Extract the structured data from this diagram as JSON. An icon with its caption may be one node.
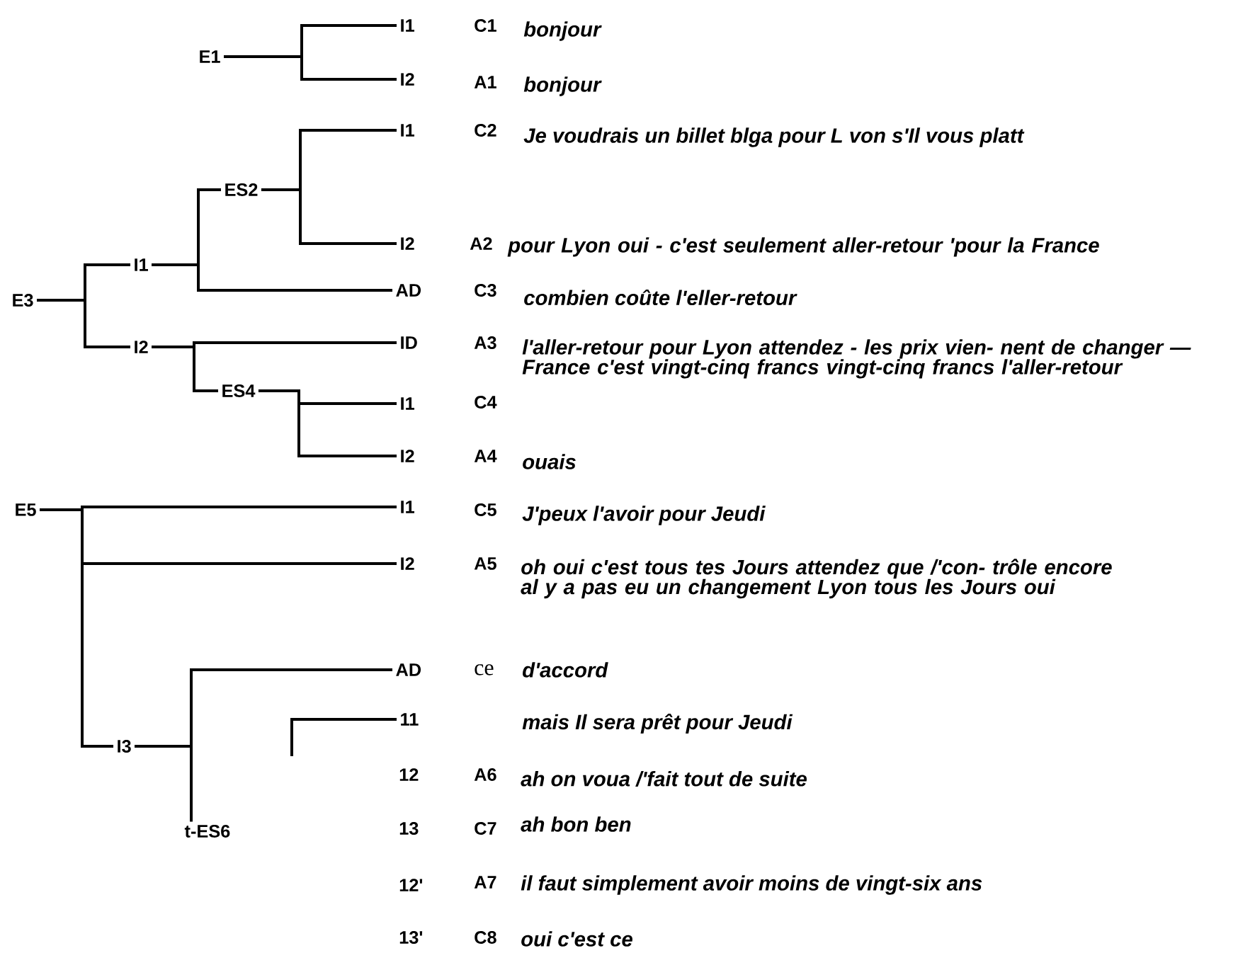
{
  "diagram": {
    "nodes": [
      {
        "text": [
          "E1"
        ]
      },
      {
        "text": [
          "I1"
        ]
      },
      {
        "text": [
          "I2"
        ]
      },
      {
        "text": [
          "E3"
        ]
      },
      {
        "text": [
          "I1"
        ]
      },
      {
        "text": [
          "I2"
        ]
      },
      {
        "text": [
          "ES2"
        ]
      },
      {
        "text": [
          "I1"
        ]
      },
      {
        "text": [
          "I2"
        ]
      },
      {
        "text": [
          "AD"
        ]
      },
      {
        "text": [
          "ID"
        ]
      },
      {
        "text": [
          "ES4"
        ]
      },
      {
        "text": [
          "I1"
        ]
      },
      {
        "text": [
          "I2"
        ]
      },
      {
        "text": [
          "E5"
        ]
      },
      {
        "text": [
          "I1"
        ]
      },
      {
        "text": [
          "I2"
        ]
      },
      {
        "text": [
          "I3"
        ]
      },
      {
        "text": [
          "AD"
        ]
      },
      {
        "text": [
          "11"
        ]
      },
      {
        "text": [
          "t-ES6"
        ]
      }
    ],
    "edges": [
      {
        "from": 0,
        "to": 1,
        "arrow": "none"
      },
      {
        "from": 0,
        "to": 2,
        "arrow": "none"
      },
      {
        "from": 3,
        "to": 4,
        "arrow": "none"
      },
      {
        "from": 3,
        "to": 5,
        "arrow": "none"
      },
      {
        "from": 4,
        "to": 6,
        "arrow": "none"
      },
      {
        "from": 4,
        "to": 9,
        "arrow": "none"
      },
      {
        "from": 6,
        "to": 7,
        "arrow": "none"
      },
      {
        "from": 6,
        "to": 8,
        "arrow": "none"
      },
      {
        "from": 5,
        "to": 10,
        "arrow": "none"
      },
      {
        "from": 5,
        "to": 11,
        "arrow": "none"
      },
      {
        "from": 11,
        "to": 12,
        "arrow": "none"
      },
      {
        "from": 11,
        "to": 13,
        "arrow": "none"
      },
      {
        "from": 14,
        "to": 15,
        "arrow": "none"
      },
      {
        "from": 14,
        "to": 16,
        "arrow": "none"
      },
      {
        "from": 14,
        "to": 17,
        "arrow": "none"
      },
      {
        "from": 17,
        "to": 18,
        "arrow": "none"
      },
      {
        "from": 17,
        "to": 20,
        "arrow": "none"
      },
      {
        "from": null,
        "to": 19,
        "arrow": "none"
      }
    ],
    "labels": [
      "C1",
      "bonjour",
      "A1",
      "bonjour",
      "C2",
      "Je voudrais un billet blga pour L von s'Il vous platt",
      "A2",
      "pour Lyon oui - c'est seulement aller-retour 'pour la France",
      "C3",
      "combien coûte l'eller-retour",
      "A3",
      "l'aller-retour pour Lyon attendez - les prix vien- nent de changer — France c'est vingt-cinq francs vingt-cinq francs l'aller-retour",
      "C4",
      "A4",
      "ouais",
      "C5",
      "J'peux l'avoir pour Jeudi",
      "A5",
      "oh oui c'est tous tes Jours attendez que /'con- trôle encore al y a pas eu un changement Lyon tous les Jours oui",
      "ce",
      "d'accord",
      "mais Il sera prêt pour Jeudi",
      "12",
      "A6",
      "ah on voua /'fait tout de suite",
      "13",
      "C7",
      "ah bon ben",
      "12'",
      "A7",
      "il faut simplement avoir moins de vingt-six ans",
      "13'",
      "C8",
      "oui c'est ce"
    ]
  }
}
